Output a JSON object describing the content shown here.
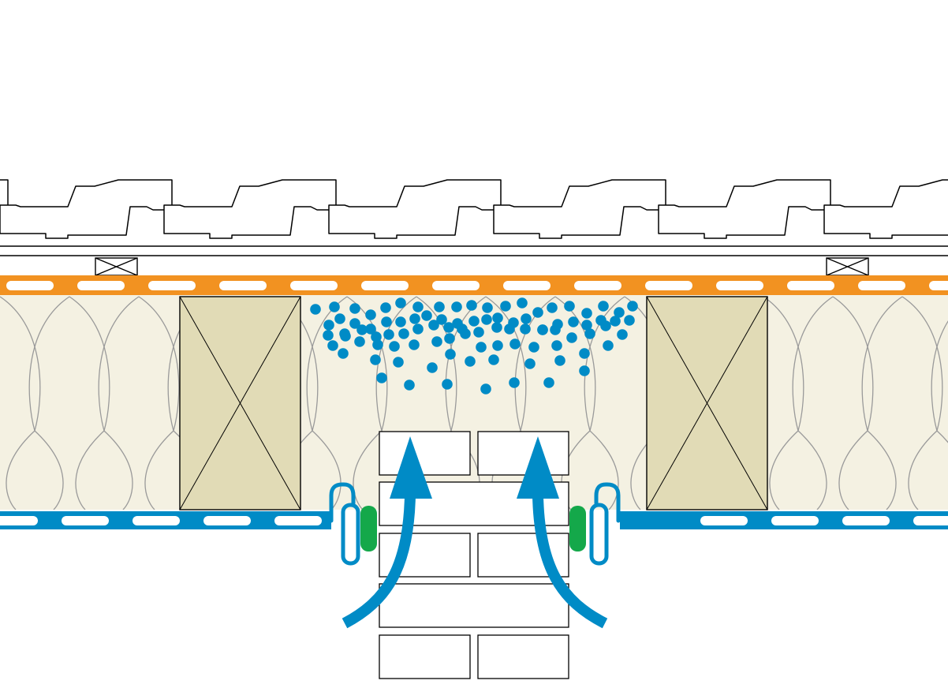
{
  "diagram": {
    "kind": "roof-section-detail",
    "labels": [],
    "colors": {
      "background": "#ffffff",
      "outline": "#000000",
      "insulation_fill": "#f4f1e2",
      "insulation_lines": "#9a9a9a",
      "rafter_fill": "#e1dbb6",
      "underlay_membrane": "#f29221",
      "vapour_barrier": "#008bc6",
      "moisture_drops": "#008bc6",
      "airflow_arrows": "#008bc6",
      "sealant": "#14a84a",
      "brick_fill": "#ffffff"
    },
    "icons": [
      "roof-tile-icon",
      "batten-icon",
      "rafter-icon",
      "moisture-drop-icon",
      "airflow-arrow-icon",
      "sealant-icon",
      "brick-icon"
    ],
    "components": {
      "roof_tiles": 6,
      "counter_battens": 2,
      "rafters": 2,
      "brick_rows": 5,
      "airflow_arrows": 2,
      "sealant_beads": 2
    }
  }
}
